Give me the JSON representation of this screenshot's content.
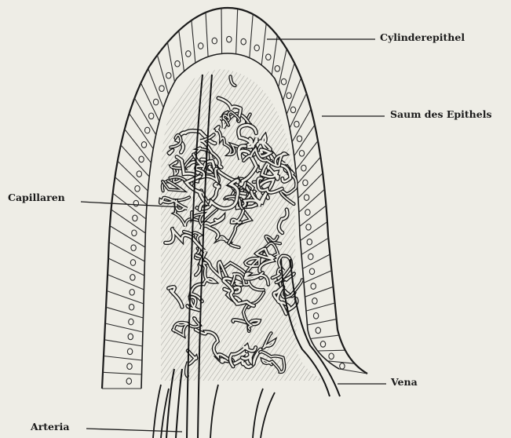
{
  "labels": {
    "cylinderepithel": "Cylinderepithel",
    "saum": "Saum des Epithels",
    "capillaren": "Capillaren",
    "vena": "Vena",
    "arteria": "Arteria"
  }
}
